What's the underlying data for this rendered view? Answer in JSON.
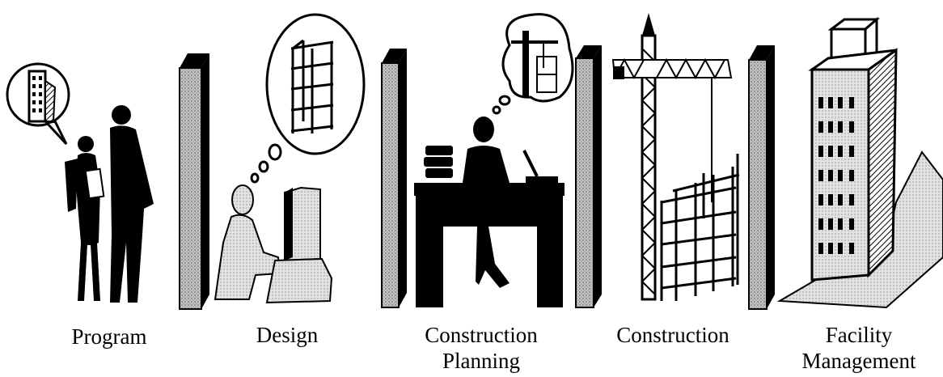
{
  "stages": [
    {
      "id": "program",
      "lines": [
        "Program"
      ]
    },
    {
      "id": "design",
      "lines": [
        "Design"
      ]
    },
    {
      "id": "construction-planning",
      "lines": [
        "Construction",
        "Planning"
      ]
    },
    {
      "id": "construction",
      "lines": [
        "Construction"
      ]
    },
    {
      "id": "facility-management",
      "lines": [
        "Facility",
        "Management"
      ]
    }
  ],
  "icons": [
    "two-people-icon",
    "building-thought-bubble-icon",
    "designer-computer-icon",
    "frame-thought-bubble-icon",
    "planner-desk-icon",
    "crane-thought-bubble-icon",
    "tower-crane-icon",
    "building-frame-icon",
    "office-tower-icon",
    "wall-divider-icon"
  ],
  "colors": {
    "ink": "#000000",
    "paper": "#ffffff",
    "stipple": "#b8b8b8",
    "light-stipple": "#d8d8d8"
  }
}
